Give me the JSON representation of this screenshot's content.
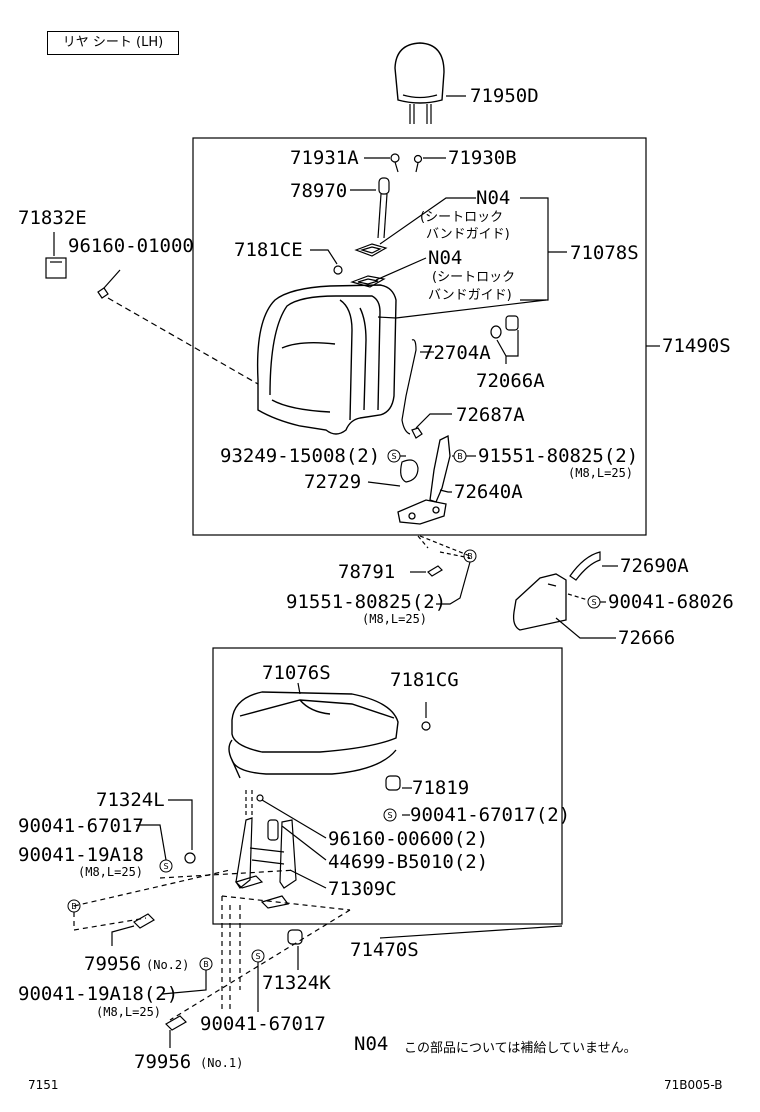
{
  "title": "リヤ シート (LH)",
  "labels": {
    "p71950D": "71950D",
    "p71931A": "71931A",
    "p71930B": "71930B",
    "p78970": "78970",
    "n04a": "N04",
    "n04a_sub1": "(シートロック",
    "n04a_sub2": "バンドガイド)",
    "p71832E": "71832E",
    "p96160_01000": "96160-01000",
    "p7181CE": "7181CE",
    "p71078S": "71078S",
    "n04b": "N04",
    "n04b_sub1": "(シートロック",
    "n04b_sub2": "バンドガイド)",
    "p71490S": "71490S",
    "p72704A": "72704A",
    "p72066A": "72066A",
    "p72687A": "72687A",
    "p93249": "93249-15008(2)",
    "p91551a": "91551-80825(2)",
    "p91551a_sub": "(M8,L=25)",
    "p72729": "72729",
    "p72640A": "72640A",
    "p78791": "78791",
    "p91551b": "91551-80825(2)",
    "p91551b_sub": "(M8,L=25)",
    "p72690A": "72690A",
    "p90041_68026": "90041-68026",
    "p72666": "72666",
    "p71076S": "71076S",
    "p7181CG": "7181CG",
    "p71819": "71819",
    "p90041_67017x2": "90041-67017(2)",
    "p71324L": "71324L",
    "p90041_67017a": "90041-67017",
    "p96160_00600": "96160-00600(2)",
    "p90041_19A18a": "90041-19A18",
    "p90041_19A18a_sub": "(M8,L=25)",
    "p44699": "44699-B5010(2)",
    "p71309C": "71309C",
    "p79956_no2": "79956",
    "p79956_no2_sub": "(No.2)",
    "p71470S": "71470S",
    "p90041_19A18b": "90041-19A18(2)",
    "p90041_19A18b_sub": "(M8,L=25)",
    "p71324K": "71324K",
    "p90041_67017b": "90041-67017",
    "p79956_no1": "79956",
    "p79956_no1_sub": "(No.1)"
  },
  "symbols": {
    "screw": "S",
    "bolt": "B"
  },
  "note": {
    "code": "N04",
    "text": "この部品については補給していません。"
  },
  "footer": {
    "left": "7151",
    "right": "71B005-B"
  }
}
